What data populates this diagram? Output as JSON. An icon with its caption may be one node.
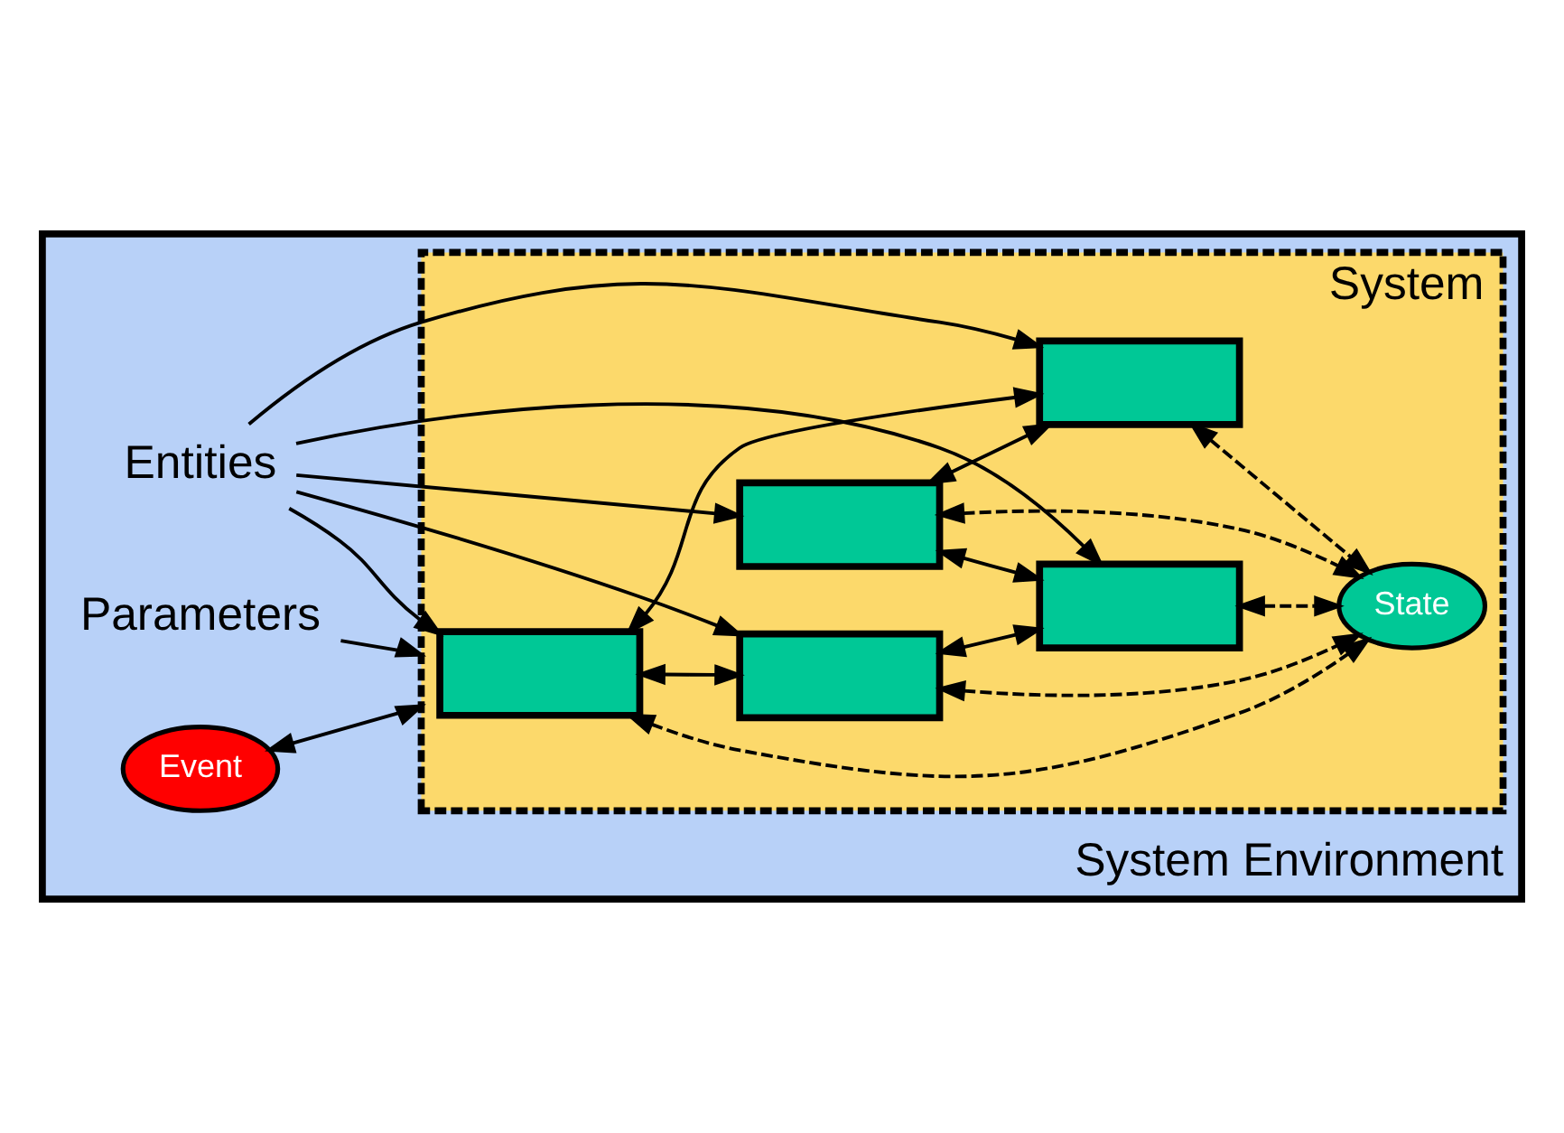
{
  "diagram": {
    "nodes": [
      {
        "text": [
          "System Environment"
        ]
      },
      {
        "text": [
          "System"
        ],
        "in": 0
      },
      {
        "text": [],
        "shape": "box",
        "in": 1
      },
      {
        "text": [],
        "shape": "box",
        "in": 1
      },
      {
        "text": [],
        "shape": "box",
        "in": 1
      },
      {
        "text": [],
        "shape": "box",
        "in": 1
      },
      {
        "text": [],
        "shape": "box",
        "in": 1
      },
      {
        "text": [
          "State"
        ],
        "in": 1
      },
      {
        "text": [
          "Event"
        ],
        "in": 0
      },
      {
        "text": [
          "Entities"
        ],
        "in": 0
      },
      {
        "text": [
          "Parameters"
        ],
        "in": 0
      }
    ],
    "edges": [
      {
        "from": 2,
        "to": 4,
        "arrow": "both"
      },
      {
        "from": 3,
        "to": 6,
        "arrow": "both"
      },
      {
        "from": 3,
        "to": 4,
        "arrow": "both"
      },
      {
        "from": 2,
        "to": 5,
        "arrow": "both"
      },
      {
        "from": 5,
        "to": 6,
        "arrow": "both"
      },
      {
        "from": 2,
        "to": 7,
        "arrow": "both",
        "style": "dashed"
      },
      {
        "from": 3,
        "to": 7,
        "arrow": "both",
        "style": "dashed"
      },
      {
        "from": 4,
        "to": 7,
        "arrow": "both",
        "style": "dashed"
      },
      {
        "from": 5,
        "to": 7,
        "arrow": "both",
        "style": "dashed"
      },
      {
        "from": 6,
        "to": 7,
        "arrow": "both",
        "style": "dashed"
      },
      {
        "from": 9,
        "to": 2,
        "arrow": "to"
      },
      {
        "from": 9,
        "to": 3,
        "arrow": "to"
      },
      {
        "from": 9,
        "to": 4,
        "arrow": "to"
      },
      {
        "from": 9,
        "to": 5,
        "arrow": "to"
      },
      {
        "from": 9,
        "to": 6,
        "arrow": "to"
      },
      {
        "from": 8,
        "to": 1,
        "arrow": "both"
      },
      {
        "from": 10,
        "to": 1,
        "arrow": "to"
      }
    ]
  }
}
